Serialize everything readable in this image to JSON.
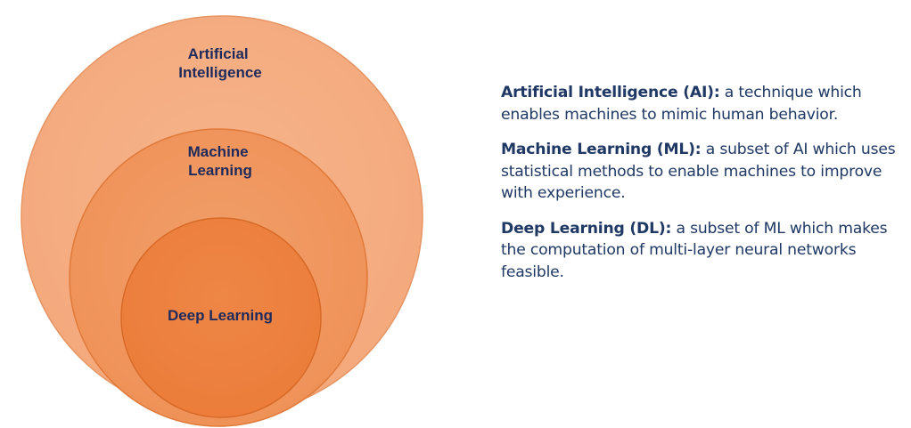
{
  "colors": {
    "outer_fill": "#f4a97c",
    "middle_fill": "#ef9258",
    "inner_fill": "#ec7d3a",
    "circle_stroke": "#dc6a2b",
    "label_color": "#1f2a5c",
    "definition_text": "#1f3864"
  },
  "diagram": {
    "outer_label_lines": [
      "Artificial",
      "Intelligence"
    ],
    "middle_label_lines": [
      "Machine",
      "Learning"
    ],
    "inner_label_lines": [
      "Deep Learning"
    ]
  },
  "definitions": [
    {
      "term": "Artificial Intelligence (AI):",
      "text": " a technique which enables machines to mimic human behavior."
    },
    {
      "term": "Machine Learning (ML):",
      "text": " a subset of AI which uses statistical methods to enable machines to improve with experience."
    },
    {
      "term": "Deep Learning (DL):",
      "text": " a subset of ML which makes the computation of multi-layer neural networks feasible."
    }
  ]
}
